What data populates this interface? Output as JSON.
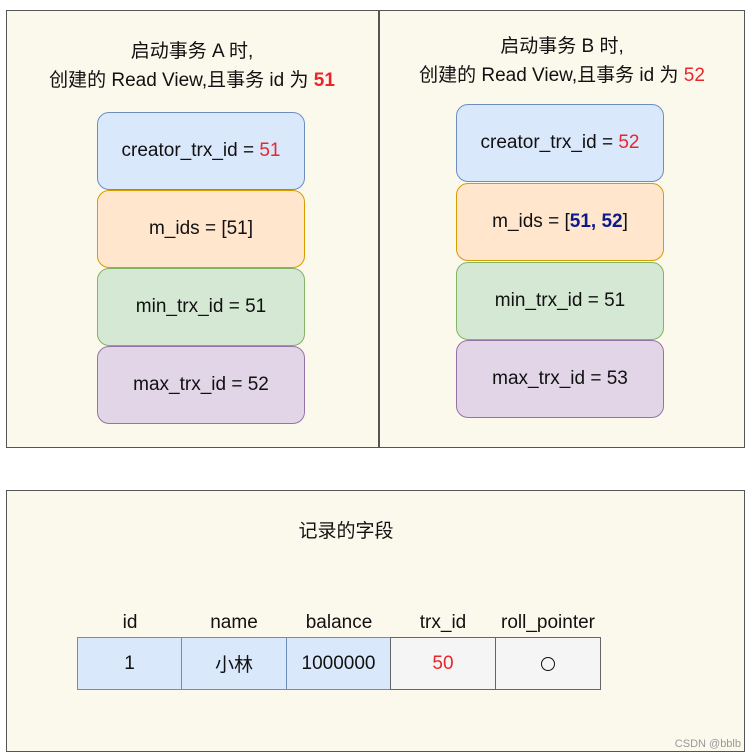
{
  "panel_a": {
    "title_line1": "启动事务 A 时,",
    "title_line2_prefix": "创建的 Read View,且事务 id 为 ",
    "title_id": "51",
    "creator_label": "creator_trx_id = ",
    "creator_value": "51",
    "m_ids": "m_ids = [51]",
    "min_trx_id": "min_trx_id = 51",
    "max_trx_id": "max_trx_id = 52"
  },
  "panel_b": {
    "title_line1": "启动事务 B 时,",
    "title_line2_prefix": "创建的 Read View,且事务 id 为 ",
    "title_id": "52",
    "creator_label": "creator_trx_id = ",
    "creator_value": "52",
    "m_ids_prefix": "m_ids = [",
    "m_ids_values": "51, 52",
    "m_ids_suffix": "]",
    "min_trx_id": "min_trx_id = 51",
    "max_trx_id": "max_trx_id = 53"
  },
  "record": {
    "title": "记录的字段",
    "columns": [
      "id",
      "name",
      "balance",
      "trx_id",
      "roll_pointer"
    ],
    "row": {
      "id": "1",
      "name": "小林",
      "balance": "1000000",
      "trx_id": "50",
      "roll_pointer_icon": "circle-pointer-icon"
    }
  },
  "watermark": "CSDN @bblb",
  "colors": {
    "highlight_red": "#e8262b",
    "highlight_navy": "#0b1a8c",
    "panel_bg": "#fbf8ec"
  }
}
